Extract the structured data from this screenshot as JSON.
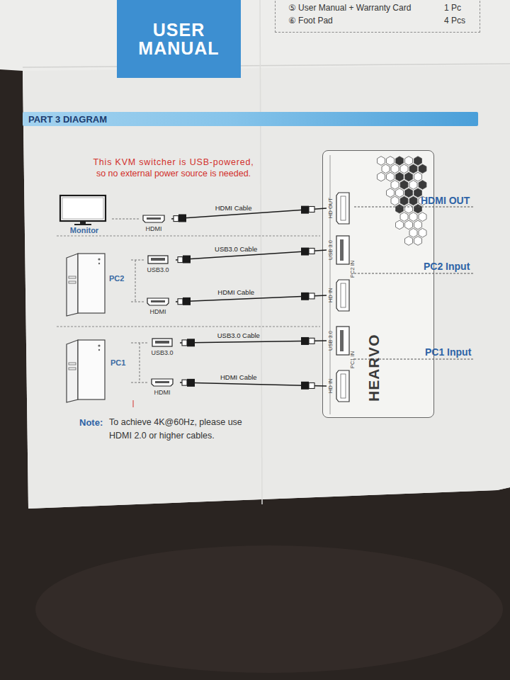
{
  "diagram": {
    "nodes": [
      {
        "text": [
          "USER MANUAL"
        ]
      },
      {
        "text": [
          "⑤ User Manual + Warranty Card",
          "1 Pc",
          "⑥ Foot Pad",
          "4 Pcs"
        ]
      },
      {
        "text": [
          "PART 3 DIAGRAM"
        ]
      },
      {
        "text": [
          "Monitor"
        ]
      },
      {
        "text": [
          "HDMI"
        ]
      },
      {
        "text": [
          "PC2"
        ]
      },
      {
        "text": [
          "USB3.0"
        ]
      },
      {
        "text": [
          "HDMI"
        ]
      },
      {
        "text": [
          "PC1"
        ]
      },
      {
        "text": [
          "USB3.0"
        ]
      },
      {
        "text": [
          "HDMI"
        ]
      },
      {
        "text": [
          "HEARVO"
        ]
      },
      {
        "text": [
          "HD OUT"
        ],
        "in": 11
      },
      {
        "text": [
          "USB 3.0"
        ],
        "in": 11
      },
      {
        "text": [
          "HD IN"
        ],
        "in": 11
      },
      {
        "text": [
          "USB 3.0"
        ],
        "in": 11
      },
      {
        "text": [
          "HD IN"
        ],
        "in": 11
      }
    ],
    "edges": [
      {
        "from": 3,
        "to": 4,
        "arrow": "none"
      },
      {
        "from": 4,
        "to": 12,
        "label": "HDMI Cable",
        "arrow": "none"
      },
      {
        "from": 5,
        "to": 6,
        "arrow": "none"
      },
      {
        "from": 5,
        "to": 7,
        "arrow": "none"
      },
      {
        "from": 6,
        "to": 13,
        "label": "USB3.0 Cable",
        "arrow": "none"
      },
      {
        "from": 7,
        "to": 14,
        "label": "HDMI Cable",
        "arrow": "none"
      },
      {
        "from": 8,
        "to": 9,
        "arrow": "none"
      },
      {
        "from": 8,
        "to": 10,
        "arrow": "none"
      },
      {
        "from": 9,
        "to": 15,
        "label": "USB3.0 Cable",
        "arrow": "none"
      },
      {
        "from": 10,
        "to": 16,
        "label": "HDMI Cable",
        "arrow": "none"
      }
    ],
    "labels": [
      "This KVM switcher is USB-powered, so no external power source is needed.",
      "HDMI OUT",
      "PC2 IN",
      "PC2 Input",
      "PC1 IN",
      "PC1 Input",
      "Note:",
      "To achieve 4K@60Hz, please use HDMI 2.0 or higher cables."
    ]
  }
}
